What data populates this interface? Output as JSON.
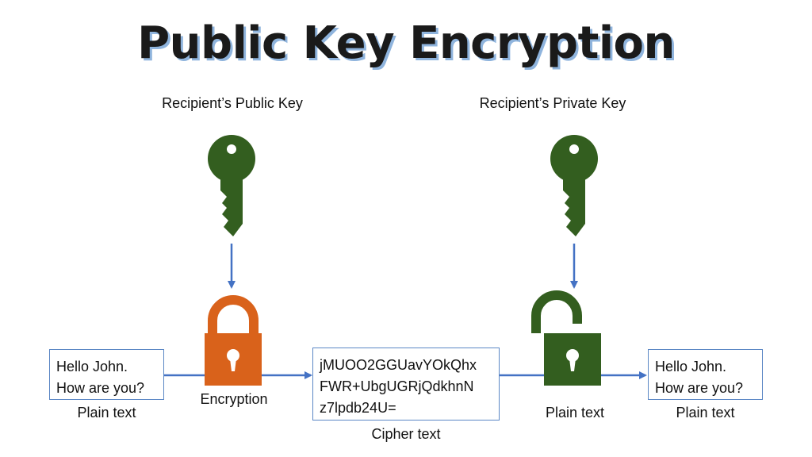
{
  "title": "Public Key Encryption",
  "labels": {
    "public_key": "Recipient’s Public Key",
    "private_key": "Recipient’s Private Key",
    "encryption": "Encryption",
    "plain_text_left": "Plain text",
    "cipher_text": "Cipher text",
    "plain_text_middle": "Plain text",
    "plain_text_right": "Plain text"
  },
  "message_left": [
    "Hello John.",
    "How are you?"
  ],
  "cipher": [
    "jMUOO2GGUavYOkQhx",
    "FWR+UbgUGRjQdkhnN",
    "z7lpdb24U="
  ],
  "message_right": [
    "Hello John.",
    "How are you?"
  ],
  "colors": {
    "key": "#335e1f",
    "locked_padlock": "#d9621b",
    "unlocked_padlock": "#335e1f",
    "arrow": "#4472c4",
    "box_border": "#5b87c5"
  },
  "icons": {
    "public_key": "key-icon",
    "private_key": "key-icon",
    "encryption": "locked-padlock-icon",
    "decryption": "unlocked-padlock-icon"
  }
}
